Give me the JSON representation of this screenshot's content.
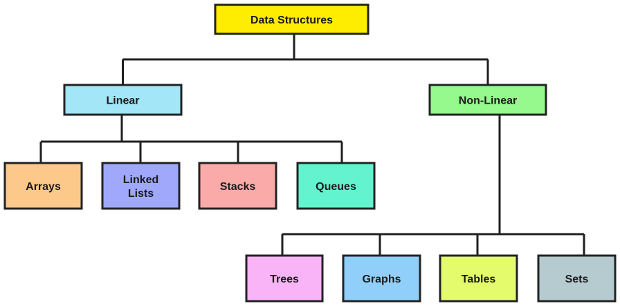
{
  "nodes": {
    "root": {
      "lines": [
        "Data Structures"
      ],
      "color": "#ffed00"
    },
    "linear": {
      "lines": [
        "Linear"
      ],
      "color": "#a3e6f7"
    },
    "nonlinear": {
      "lines": [
        "Non-Linear"
      ],
      "color": "#95f98d"
    },
    "arrays": {
      "lines": [
        "Arrays"
      ],
      "color": "#fdc98b"
    },
    "linked": {
      "lines": [
        "Linked",
        "Lists"
      ],
      "color": "#9fa8fb"
    },
    "stacks": {
      "lines": [
        "Stacks"
      ],
      "color": "#fbaaaa"
    },
    "queues": {
      "lines": [
        "Queues"
      ],
      "color": "#63f4cf"
    },
    "trees": {
      "lines": [
        "Trees"
      ],
      "color": "#f8b4f6"
    },
    "graphs": {
      "lines": [
        "Graphs"
      ],
      "color": "#90cff9"
    },
    "tables": {
      "lines": [
        "Tables"
      ],
      "color": "#e4fc6b"
    },
    "sets": {
      "lines": [
        "Sets"
      ],
      "color": "#b6cbcf"
    }
  },
  "edges": [
    [
      "root",
      "linear"
    ],
    [
      "root",
      "nonlinear"
    ],
    [
      "linear",
      "arrays"
    ],
    [
      "linear",
      "linked"
    ],
    [
      "linear",
      "stacks"
    ],
    [
      "linear",
      "queues"
    ],
    [
      "nonlinear",
      "trees"
    ],
    [
      "nonlinear",
      "graphs"
    ],
    [
      "nonlinear",
      "tables"
    ],
    [
      "nonlinear",
      "sets"
    ]
  ]
}
